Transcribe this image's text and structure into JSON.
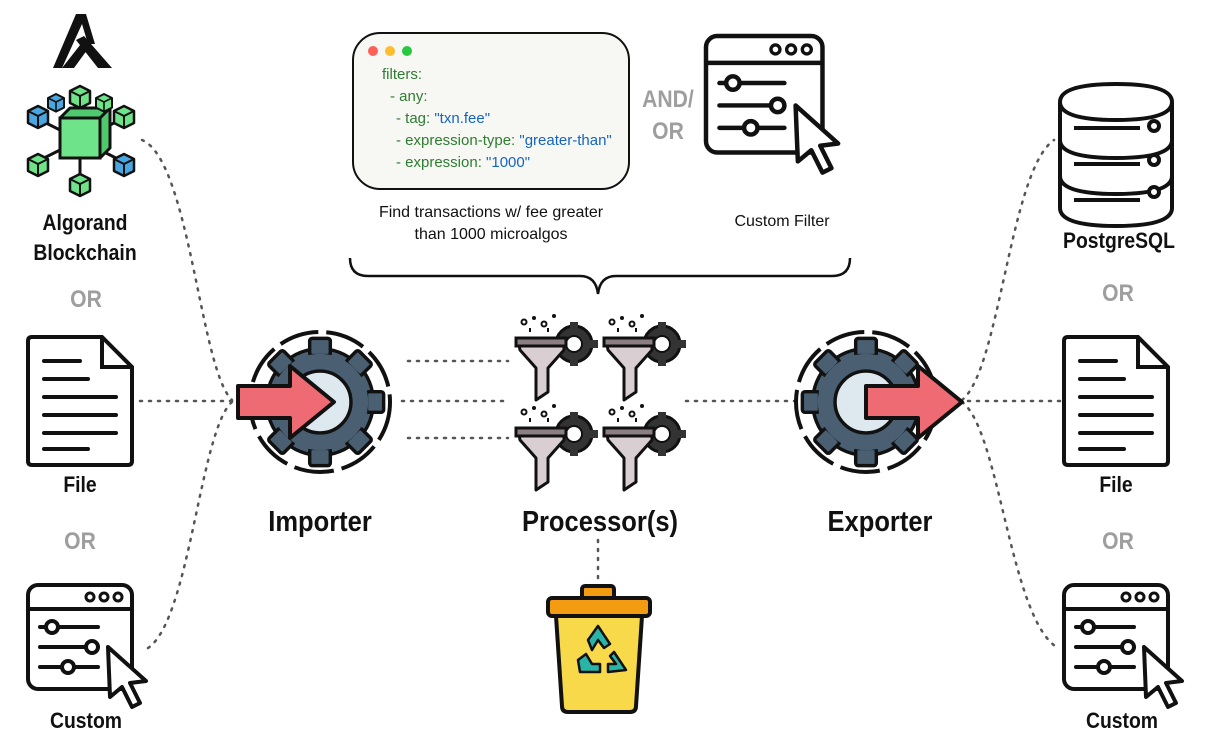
{
  "sources": {
    "algorand_label": "Algorand\nBlockchain",
    "or_1": "OR",
    "file_label": "File",
    "or_2": "OR",
    "custom_label": "Custom"
  },
  "stages": {
    "importer": "Importer",
    "processors": "Processor(s)",
    "exporter": "Exporter"
  },
  "filter_example": {
    "code_lines": [
      {
        "key": "filters:",
        "value": ""
      },
      {
        "key": "- any:",
        "value": ""
      },
      {
        "key": "- tag: ",
        "value": "\"txn.fee\""
      },
      {
        "key": "- expression-type: ",
        "value": "\"greater-than\""
      },
      {
        "key": "- expression: ",
        "value": "\"1000\""
      }
    ],
    "caption": "Find transactions w/ fee greater\nthan 1000 microalgos",
    "connector": "AND/\nOR",
    "custom_filter_caption": "Custom Filter"
  },
  "destinations": {
    "postgres_label": "PostgreSQL",
    "or_1": "OR",
    "file_label": "File",
    "or_2": "OR",
    "custom_label": "Custom"
  },
  "colors": {
    "gear": "#4a6072",
    "arrow": "#ee6b73",
    "gear_center": "#dde8ef",
    "cube_green": "#6fe38a",
    "cube_blue": "#4aa6e0",
    "bin_yellow": "#f8d94a",
    "bin_orange": "#f39c12",
    "recycle_teal": "#2ab4a8",
    "funnel": "#d9cfd3",
    "or_gray": "#9e9e9e",
    "code_green": "#2e7d32",
    "code_blue": "#1565c0"
  },
  "icons": [
    "algorand-logo-icon",
    "blockchain-network-icon",
    "file-icon",
    "custom-window-icon",
    "importer-gear-icon",
    "filter-funnel-icon",
    "exporter-gear-icon",
    "database-icon",
    "recycle-bin-icon",
    "cursor-icon"
  ]
}
